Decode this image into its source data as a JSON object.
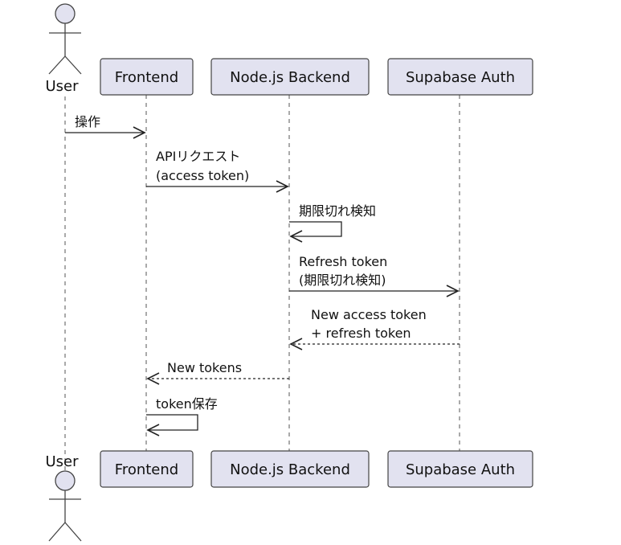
{
  "participants": [
    {
      "id": "user",
      "label": "User",
      "kind": "actor"
    },
    {
      "id": "frontend",
      "label": "Frontend",
      "kind": "participant"
    },
    {
      "id": "backend",
      "label": "Node.js Backend",
      "kind": "participant"
    },
    {
      "id": "auth",
      "label": "Supabase Auth",
      "kind": "participant"
    }
  ],
  "messages": [
    {
      "from": "user",
      "to": "frontend",
      "lines": [
        "操作"
      ],
      "style": "solid"
    },
    {
      "from": "frontend",
      "to": "backend",
      "lines": [
        "APIリクエスト",
        "(access token)"
      ],
      "style": "solid"
    },
    {
      "from": "backend",
      "to": "backend",
      "lines": [
        "期限切れ検知"
      ],
      "style": "solid"
    },
    {
      "from": "backend",
      "to": "auth",
      "lines": [
        "Refresh token",
        "(期限切れ検知)"
      ],
      "style": "solid"
    },
    {
      "from": "auth",
      "to": "backend",
      "lines": [
        "New access token",
        "+ refresh token"
      ],
      "style": "dashed"
    },
    {
      "from": "backend",
      "to": "frontend",
      "lines": [
        "New tokens"
      ],
      "style": "dashed"
    },
    {
      "from": "frontend",
      "to": "frontend",
      "lines": [
        "token保存"
      ],
      "style": "solid"
    }
  ]
}
